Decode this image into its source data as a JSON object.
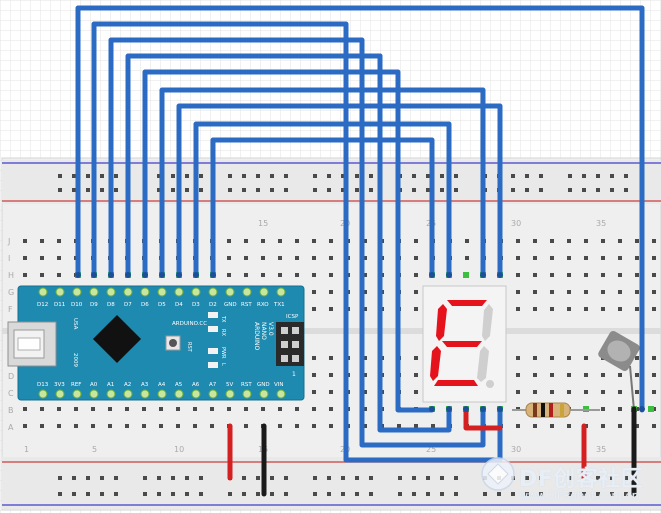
{
  "breadboard": {
    "row_letters_top": [
      "J",
      "I",
      "H",
      "G",
      "F"
    ],
    "row_letters_bottom": [
      "E",
      "D",
      "C",
      "B",
      "A"
    ],
    "col_numbers_top": [
      "15",
      "20",
      "25",
      "30",
      "35"
    ],
    "col_numbers_bottom": [
      "1",
      "5",
      "10",
      "15",
      "20",
      "25",
      "30",
      "35"
    ]
  },
  "arduino": {
    "brand": "ARDUINO.CC",
    "model_line1": "ARDUINO",
    "model_line2": "NANO",
    "model_line3": "V3.0",
    "top_pins": [
      "D12",
      "D11",
      "D10",
      "D9",
      "D8",
      "D7",
      "D6",
      "D5",
      "D4",
      "D3",
      "D2",
      "GND",
      "RST",
      "RXO",
      "TX1"
    ],
    "bottom_pins": [
      "D13",
      "3V3",
      "REF",
      "A0",
      "A1",
      "A2",
      "A3",
      "A4",
      "A5",
      "A6",
      "A7",
      "5V",
      "RST",
      "GND",
      "VIN"
    ],
    "side_labels": {
      "usa": "USA",
      "year": "2009",
      "rst": "RST",
      "tx": "TX",
      "rx": "RX",
      "pwr": "PWR",
      "l": "L",
      "icsp": "ICSP",
      "one": "1"
    }
  },
  "watermark": {
    "text": "DF创客社区",
    "url": "www.DFRobot.com.cn"
  },
  "colors": {
    "wire_blue": "#2b6bc4",
    "wire_red": "#d42020",
    "wire_black": "#1a1a1a",
    "board_teal": "#1f8ab0",
    "segment_on": "#e5131b",
    "segment_off": "#cfcfcf"
  }
}
